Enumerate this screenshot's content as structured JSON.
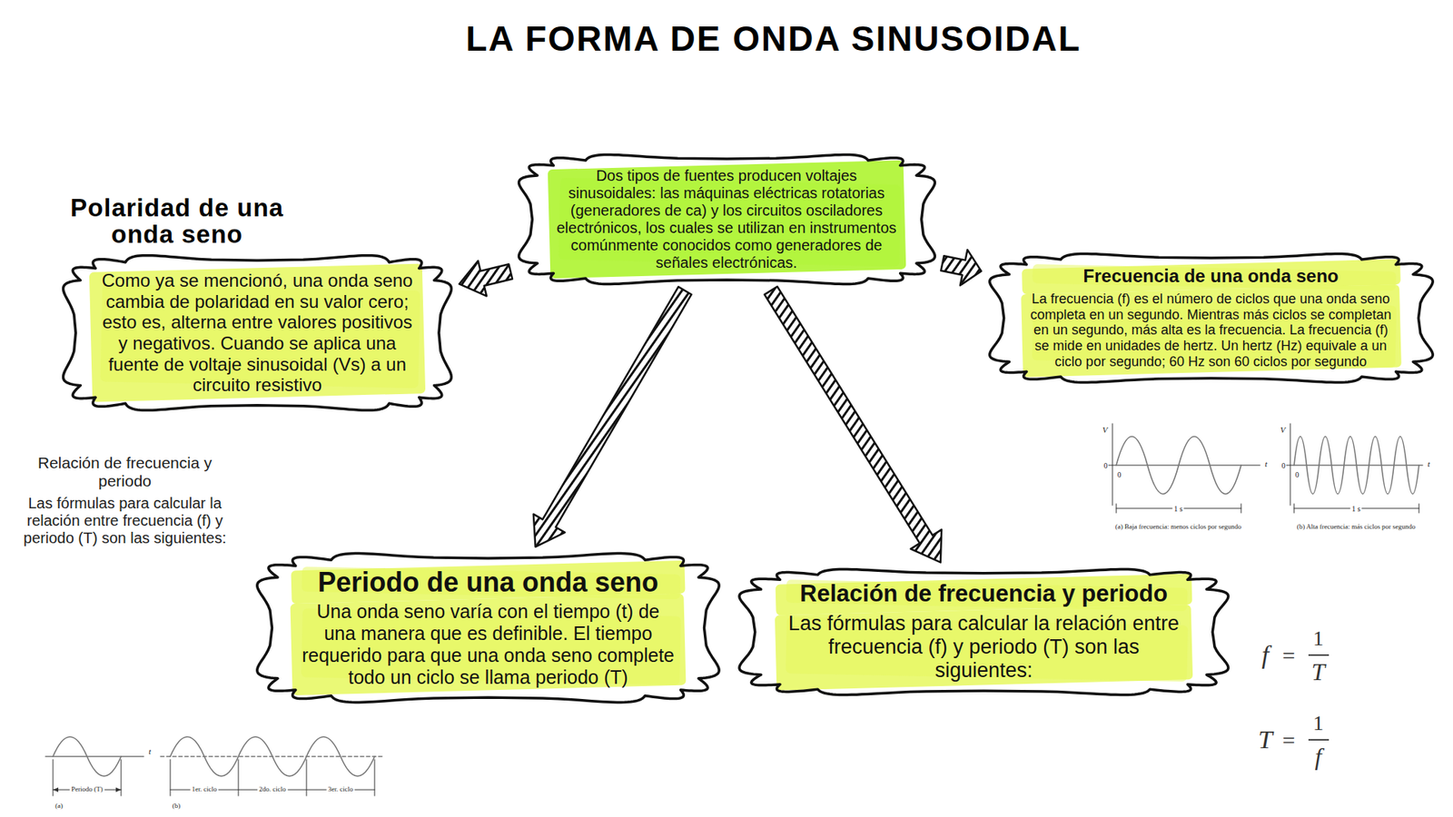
{
  "diagram": {
    "title": "LA FORMA DE ONDA SINUSOIDAL",
    "nodes": [
      {
        "text": [
          "Dos tipos de fuentes producen voltajes sinusoidales: las máquinas eléctricas rotatorias (generadores de ca) y los circuitos osciladores electrónicos, los cuales se utilizan en instrumentos comúnmente conocidos como generadores de señales electrónicas."
        ]
      },
      {
        "text": [
          "Polaridad de una onda seno",
          "Como ya se mencionó, una onda seno cambia de polaridad en su valor cero; esto es, alterna entre valores positivos y negativos. Cuando se aplica una fuente de voltaje sinusoidal (Vs) a un circuito resistivo"
        ]
      },
      {
        "text": [
          "Frecuencia de una onda seno",
          "La frecuencia (f) es el número de ciclos que una onda seno completa en un segundo. Mientras más ciclos se completan en un segundo, más alta es la frecuencia. La frecuencia (f) se mide en unidades de hertz. Un hertz (Hz) equivale a un ciclo por segundo; 60 Hz son 60 ciclos por segundo"
        ]
      },
      {
        "text": [
          "Periodo de una onda seno",
          "Una onda seno varía con el tiempo (t) de una manera que es definible. El tiempo requerido para que una onda seno complete todo un ciclo se llama periodo (T)"
        ]
      },
      {
        "text": [
          "Relación de frecuencia y periodo",
          "Las fórmulas para calcular la relación entre frecuencia (f) y periodo (T) son las siguientes:"
        ]
      }
    ],
    "edges": [
      {
        "from": 0,
        "to": 1,
        "arrow": "to"
      },
      {
        "from": 0,
        "to": 2,
        "arrow": "to"
      },
      {
        "from": 0,
        "to": 3,
        "arrow": "to"
      },
      {
        "from": 0,
        "to": 4,
        "arrow": "to"
      }
    ],
    "labels": [
      "Relación de frecuencia y periodo",
      "Las fórmulas para calcular la relación entre frecuencia (f) y periodo (T) son las siguientes:",
      "V",
      "0",
      "0",
      "t",
      "1 s",
      "(a) Baja frecuencia: menos ciclos por segundo",
      "V",
      "0",
      "0",
      "t",
      "1 s",
      "(b) Alta frecuencia: más ciclos por segundo",
      "t",
      "Periodo (T)",
      "(a)",
      "1er. ciclo",
      "2do. ciclo",
      "3er. ciclo",
      "(b)",
      "f",
      "=",
      "1",
      "T",
      "T",
      "=",
      "1",
      "f"
    ]
  }
}
